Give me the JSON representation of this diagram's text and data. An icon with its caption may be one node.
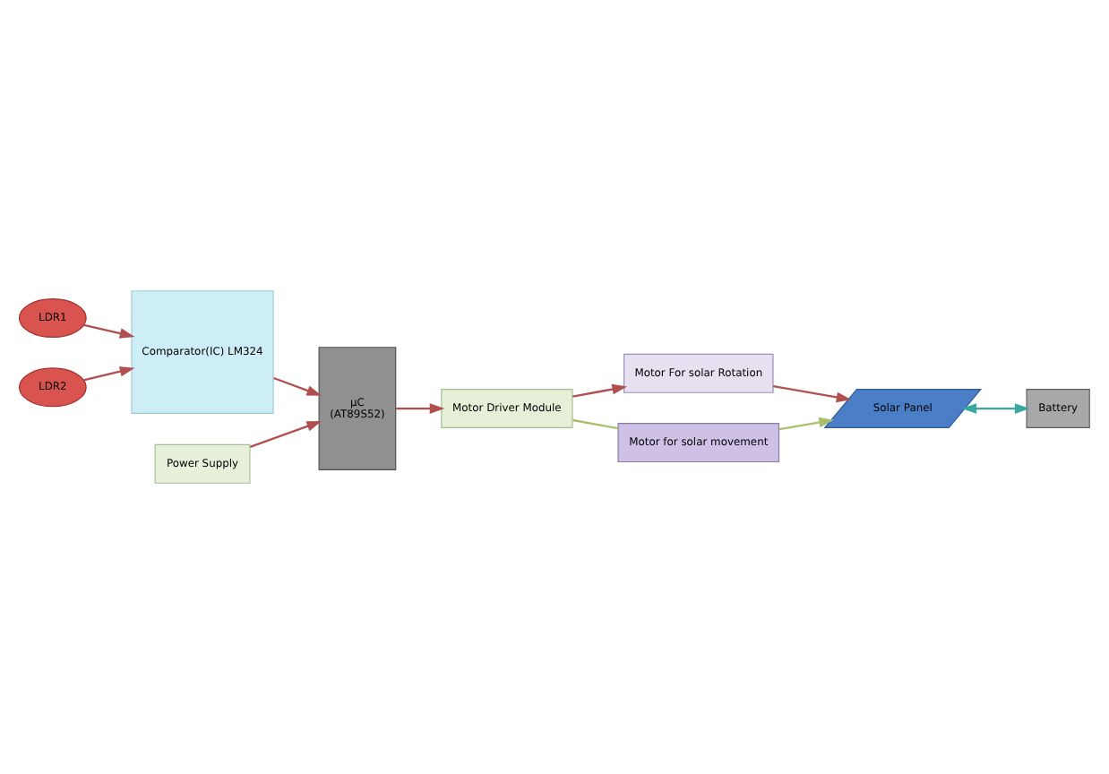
{
  "diagram": {
    "nodes": [
      {
        "text": [
          "Motor For solar Rotation"
        ]
      },
      {
        "text": [
          "LDR1"
        ]
      },
      {
        "text": [
          "Solar Panel"
        ]
      },
      {
        "text": [
          "LDR2"
        ]
      },
      {
        "text": [
          "Battery"
        ]
      },
      {
        "text": [
          "Comparator(IC) LM324"
        ]
      },
      {
        "text": [
          "Motor Driver Module"
        ]
      },
      {
        "text": [
          "μC",
          "(AT89S52)"
        ]
      },
      {
        "text": [
          "Power Supply"
        ]
      },
      {
        "text": [
          "Motor for solar movement"
        ]
      }
    ],
    "edges": [
      {
        "from": 6,
        "to": 0,
        "arrow": "to"
      },
      {
        "from": 0,
        "to": 2,
        "arrow": "to"
      },
      {
        "from": 1,
        "to": 5,
        "arrow": "to"
      },
      {
        "from": 3,
        "to": 5,
        "arrow": "to"
      },
      {
        "from": 5,
        "to": 7,
        "arrow": "to"
      },
      {
        "from": 7,
        "to": 6,
        "arrow": "to"
      },
      {
        "from": 8,
        "to": 7,
        "arrow": "to"
      },
      {
        "from": 2,
        "to": 4,
        "arrow": "both",
        "color": "#3aa8a0"
      },
      {
        "from": 6,
        "to": 9,
        "arrow": "none",
        "color": "#a8c070"
      },
      {
        "from": 9,
        "to": 2,
        "arrow": "to",
        "color": "#a8c070"
      }
    ]
  }
}
